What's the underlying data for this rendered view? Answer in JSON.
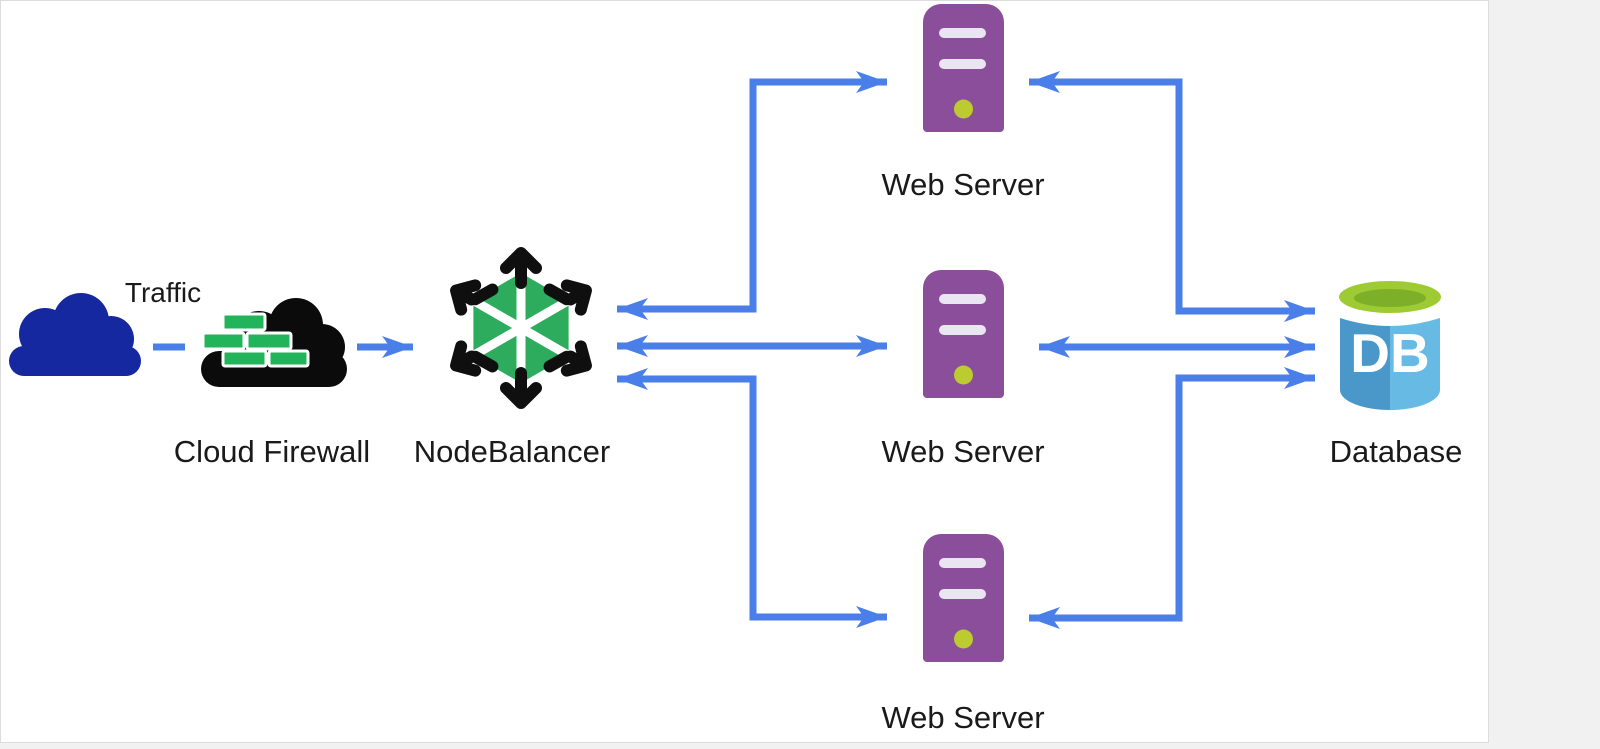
{
  "diagram": {
    "nodes": [
      {
        "id": "traffic",
        "label": "Traffic",
        "icon": "cloud-icon"
      },
      {
        "id": "firewall",
        "label": "Cloud Firewall",
        "icon": "firewall-brick-cloud-icon"
      },
      {
        "id": "nodebalancer",
        "label": "NodeBalancer",
        "icon": "nodebalancer-hexagon-icon"
      },
      {
        "id": "webserver-1",
        "label": "Web Server",
        "icon": "server-tower-icon"
      },
      {
        "id": "webserver-2",
        "label": "Web Server",
        "icon": "server-tower-icon"
      },
      {
        "id": "webserver-3",
        "label": "Web Server",
        "icon": "server-tower-icon"
      },
      {
        "id": "database",
        "label": "Database",
        "icon": "database-cylinder-icon",
        "badge": "DB"
      }
    ],
    "edges": [
      {
        "from": "traffic",
        "to": "firewall",
        "style": "dash",
        "arrows": "none"
      },
      {
        "from": "firewall",
        "to": "nodebalancer",
        "style": "solid",
        "arrows": "forward"
      },
      {
        "from": "nodebalancer",
        "to": "webserver-1",
        "style": "elbow",
        "arrows": "both"
      },
      {
        "from": "nodebalancer",
        "to": "webserver-2",
        "style": "solid",
        "arrows": "both"
      },
      {
        "from": "nodebalancer",
        "to": "webserver-3",
        "style": "elbow",
        "arrows": "both"
      },
      {
        "from": "webserver-1",
        "to": "database",
        "style": "elbow",
        "arrows": "both"
      },
      {
        "from": "webserver-2",
        "to": "database",
        "style": "solid",
        "arrows": "both"
      },
      {
        "from": "webserver-3",
        "to": "database",
        "style": "elbow",
        "arrows": "both"
      }
    ]
  },
  "colors": {
    "page-bg": "#f1f1f1",
    "canvas-bg": "#ffffff",
    "canvas-border": "#dcdcdc",
    "label": "#1a1a1a",
    "arrow": "#4a7ee9",
    "traffic-cloud": "#16289f",
    "firewall-cloud": "#0b0b0b",
    "brick": "#22b45b",
    "brick-grout": "#ffffff",
    "nb-green": "#2eac5e",
    "nb-black": "#0f0f0f",
    "nb-spoke": "#ffffff",
    "server-purple": "#8a4e9b",
    "server-bar": "#e9e5f1",
    "server-dot": "#bccb2f",
    "db-left": "#4a98c9",
    "db-right": "#67bae4",
    "db-lid": "#9ecb33",
    "db-lid-inner": "#7daf28",
    "db-text": "#ffffff"
  }
}
